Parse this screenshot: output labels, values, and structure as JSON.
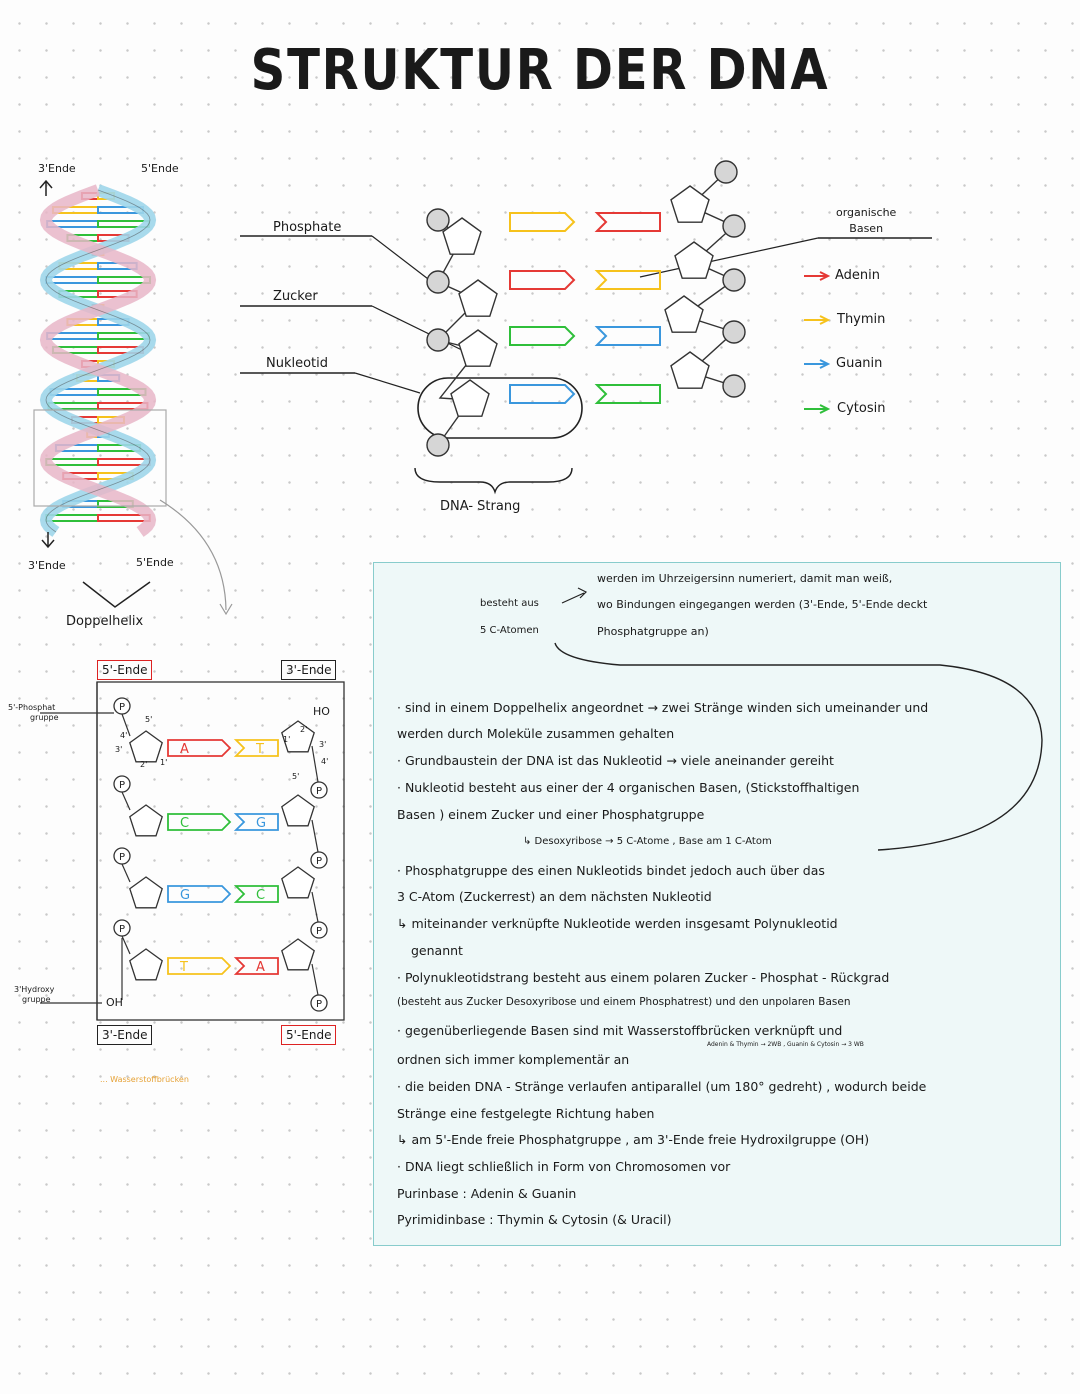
{
  "title": "STRUKTUR DER DNA",
  "helix": {
    "top_left": "3'Ende",
    "top_right": "5'Ende",
    "bottom_left": "3'Ende",
    "bottom_right": "5'Ende",
    "caption": "Doppelhelix"
  },
  "strand_diagram": {
    "phosphate": "Phosphate",
    "sugar": "Zucker",
    "nucleotide": "Nukleotid",
    "organic_bases": [
      "organische",
      "Basen"
    ],
    "strand_label": "DNA- Strang",
    "legend": [
      {
        "label": "Adenin",
        "color": "#e53935"
      },
      {
        "label": "Thymin",
        "color": "#f6c21c"
      },
      {
        "label": "Guanin",
        "color": "#3a97dd"
      },
      {
        "label": "Cytosin",
        "color": "#2fbf3a"
      }
    ]
  },
  "ladder": {
    "left_top": "5'-Ende",
    "right_top": "3'-Ende",
    "left_bottom": "3'-Ende",
    "right_bottom": "5'-Ende",
    "phosphate_group": [
      "5'-Phosphat",
      "gruppe"
    ],
    "hydroxy_group": [
      "3'Hydroxy",
      "gruppe"
    ],
    "oh": "OH",
    "ho": "HO",
    "p": "P",
    "five": "5'",
    "four": "4'",
    "three": "3'",
    "two": "2'",
    "one": "1'",
    "hbond": "... Wasserstoffbrücken",
    "pairs": [
      {
        "left": "A",
        "right": "T",
        "left_color": "#e53935",
        "right_color": "#f6c21c"
      },
      {
        "left": "C",
        "right": "G",
        "left_color": "#2fbf3a",
        "right_color": "#3a97dd"
      },
      {
        "left": "G",
        "right": "C",
        "left_color": "#3a97dd",
        "right_color": "#2fbf3a"
      },
      {
        "left": "T",
        "right": "A",
        "left_color": "#f6c21c",
        "right_color": "#e53935"
      }
    ]
  },
  "notes": {
    "side_a1": "besteht aus",
    "side_a2": "5 C-Atomen",
    "side_b1": "werden im Uhrzeigersinn numeriert, damit man weiß,",
    "side_b2": "wo Bindungen eingegangen werden (3'-Ende, 5'-Ende deckt",
    "side_b3": "Phosphatgruppe an)",
    "lines": [
      "· sind in einem Doppelhelix angeordnet → zwei Stränge winden sich umeinander und",
      "werden durch Moleküle zusammen gehalten",
      "· Grundbaustein der DNA       ist das Nukleotid → viele aneinander gereiht",
      "· Nukleotid besteht aus einer der 4 organischen Basen, (Stickstoffhaltigen",
      "Basen ) einem Zucker und einer Phosphatgruppe",
      "↳ Desoxyribose → 5 C-Atome , Base am 1 C-Atom",
      "· Phosphatgruppe des einen Nukleotids bindet jedoch auch über das",
      "3 C-Atom (Zuckerrest) an dem nächsten Nukleotid",
      "↳ miteinander verknüpfte Nukleotide werden insgesamt Polynukleotid",
      "genannt",
      "· Polynukleotidstrang besteht aus einem polaren Zucker - Phosphat - Rückgrad",
      "(besteht aus Zucker Desoxyribose und einem Phosphatrest) und den unpolaren Basen",
      "· gegenüberliegende Basen sind mit Wasserstoffbrücken verknüpft und",
      "Adenin & Thymin → 2WB , Guanin & Cytosin → 3 WB",
      "ordnen sich immer komplementär an",
      "· die beiden DNA - Stränge verlaufen antiparallel (um 180° gedreht) , wodurch beide",
      "Stränge eine festgelegte Richtung haben",
      "↳ am 5'-Ende freie Phosphatgruppe , am 3'-Ende freie Hydroxilgruppe (OH)",
      "· DNA liegt schließlich in Form von Chromosomen vor",
      "Purinbase : Adenin & Guanin",
      "Pyrimidinbase : Thymin & Cytosin (& Uracil)"
    ]
  }
}
